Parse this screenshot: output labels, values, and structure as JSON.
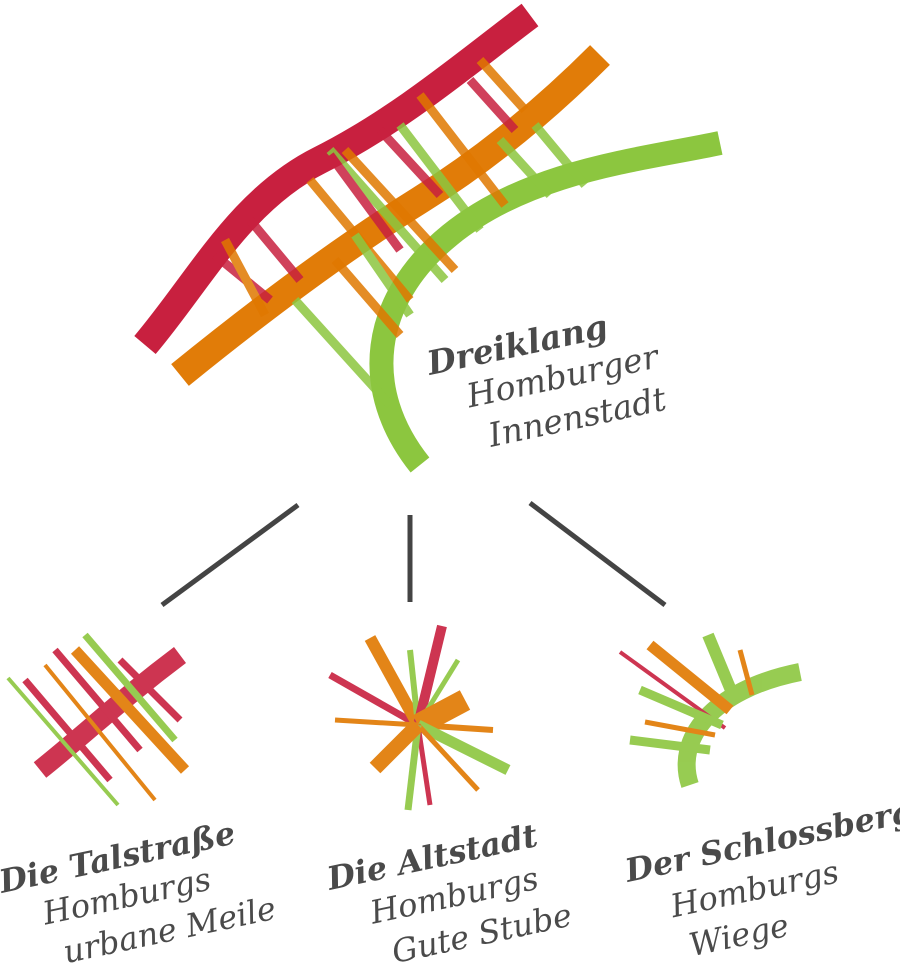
{
  "main": {
    "title": "Dreiklang",
    "line1": "Homburger",
    "line2": "Innenstadt"
  },
  "children": [
    {
      "title": "Die Talstraße",
      "line1": "Homburgs",
      "line2": "urbane Meile"
    },
    {
      "title": "Die Altstadt",
      "line1": "Homburgs",
      "line2": "Gute Stube"
    },
    {
      "title": "Der Schlossberg",
      "line1": "Homburgs",
      "line2": "Wiege"
    }
  ],
  "colors": {
    "red": "#c8203f",
    "orange": "#e07800",
    "green": "#8cc63f",
    "text": "#4a4a4a",
    "connector": "#444444"
  }
}
